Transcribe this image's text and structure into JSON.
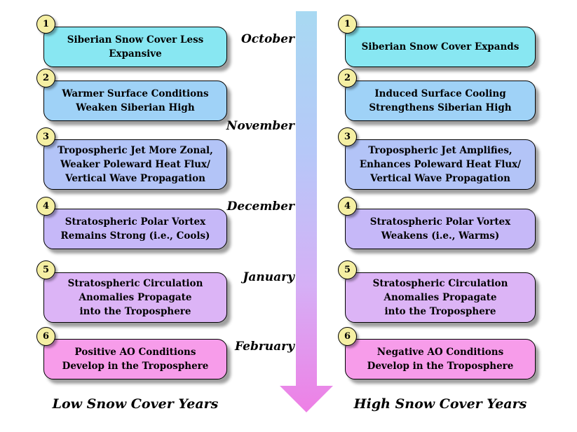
{
  "columns": {
    "left": {
      "footer": "Low Snow Cover Years",
      "steps": [
        {
          "num": "1",
          "text": "Siberian Snow Cover Less\nExpansive"
        },
        {
          "num": "2",
          "text": "Warmer Surface Conditions\nWeaken Siberian High"
        },
        {
          "num": "3",
          "text": "Tropospheric Jet More Zonal,\nWeaker Poleward Heat Flux/\nVertical Wave Propagation"
        },
        {
          "num": "4",
          "text": "Stratospheric Polar Vortex\nRemains Strong (i.e., Cools)"
        },
        {
          "num": "5",
          "text": "Stratospheric Circulation\nAnomalies Propagate\ninto the Troposphere"
        },
        {
          "num": "6",
          "text": "Positive AO Conditions\nDevelop in the Troposphere"
        }
      ]
    },
    "right": {
      "footer": "High Snow Cover Years",
      "steps": [
        {
          "num": "1",
          "text": "Siberian Snow Cover Expands"
        },
        {
          "num": "2",
          "text": "Induced Surface Cooling\nStrengthens Siberian High"
        },
        {
          "num": "3",
          "text": "Tropospheric Jet Amplifies,\nEnhances Poleward Heat Flux/\nVertical Wave Propagation"
        },
        {
          "num": "4",
          "text": "Stratospheric Polar Vortex\nWeakens (i.e., Warms)"
        },
        {
          "num": "5",
          "text": "Stratospheric Circulation\nAnomalies Propagate\ninto the Troposphere"
        },
        {
          "num": "6",
          "text": "Negative AO Conditions\nDevelop in the Troposphere"
        }
      ]
    }
  },
  "months": [
    "October",
    "November",
    "December",
    "January",
    "February"
  ],
  "colors": {
    "step_fills": [
      "#88E7F2",
      "#9FD2F7",
      "#B3C4F7",
      "#C6B8F8",
      "#DCB4F6",
      "#F79CEA"
    ],
    "badge_fill": "#F5EFA3",
    "arrow_gradient": [
      "#A8D9F2",
      "#B6C8F8",
      "#D5B0F6",
      "#EE7FE5"
    ]
  }
}
